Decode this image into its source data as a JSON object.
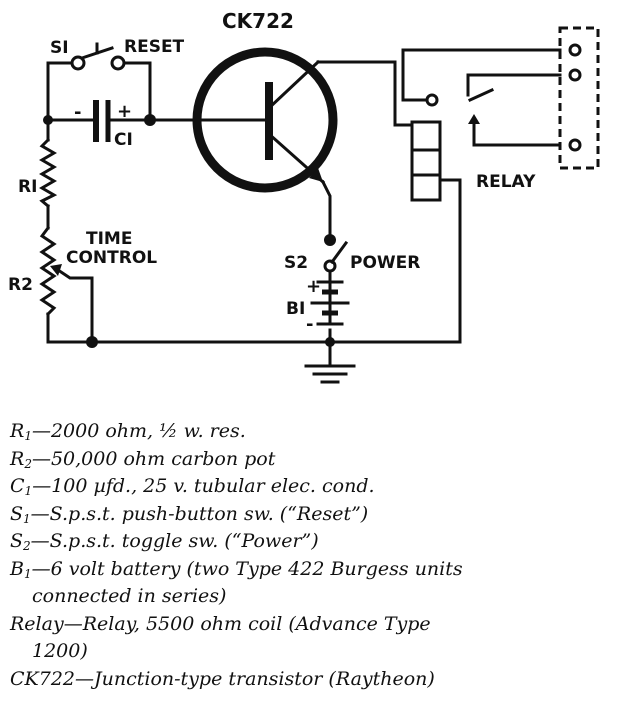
{
  "diagram": {
    "transistor_label": "CK722",
    "s1_label": "SI",
    "reset_label": "RESET",
    "c1_label": "CI",
    "c1_minus": "-",
    "c1_plus": "+",
    "r1_label": "RI",
    "r2_label": "R2",
    "time_label": "TIME",
    "control_label": "CONTROL",
    "s2_label": "S2",
    "power_label": "POWER",
    "b1_label": "BI",
    "b1_plus": "+",
    "b1_minus": "-",
    "relay_label": "RELAY"
  },
  "parts_list": [
    {
      "sym": "R",
      "sub": "1",
      "text": "—2000 ohm, ½ w. res."
    },
    {
      "sym": "R",
      "sub": "2",
      "text": "—50,000 ohm carbon pot"
    },
    {
      "sym": "C",
      "sub": "1",
      "text": "—100 µfd., 25 v. tubular elec. cond."
    },
    {
      "sym": "S",
      "sub": "1",
      "text": "—S.p.s.t. push-button sw. (“Reset”)"
    },
    {
      "sym": "S",
      "sub": "2",
      "text": "—S.p.s.t. toggle sw. (“Power”)"
    },
    {
      "sym": "B",
      "sub": "1",
      "text": "—6 volt battery (two Type 422 Burgess units",
      "cont": "connected in series)"
    },
    {
      "sym": "Relay",
      "sub": "",
      "text": "—Relay, 5500 ohm coil (Advance Type",
      "cont": "1200)"
    },
    {
      "sym": "CK722",
      "sub": "",
      "text": "—Junction-type transistor (Raytheon)"
    }
  ]
}
